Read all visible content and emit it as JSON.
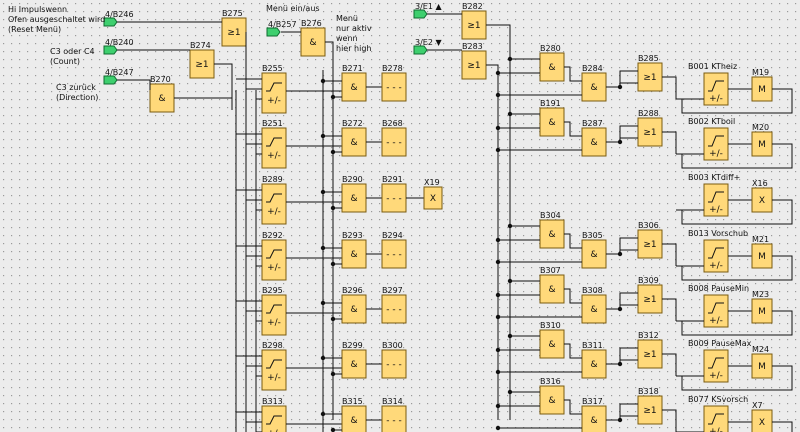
{
  "inputs": [
    {
      "id": "4/B246",
      "note": [
        "Hi Impulswenn",
        "Ofen ausgeschaltet wird",
        "(Reset Menü)"
      ]
    },
    {
      "id": "4/B240",
      "note": [
        "C3 oder C4",
        "(Count)"
      ]
    },
    {
      "id": "4/B247",
      "note": [
        "C3 zurück",
        "(Direction)"
      ]
    },
    {
      "id": "4/B257",
      "note": [
        "Menü ein/aus"
      ]
    },
    {
      "id": "3/E1 ▲",
      "note": []
    },
    {
      "id": "3/E2 ▼",
      "note": []
    }
  ],
  "annotation_menu": [
    "Menü",
    "nur aktiv",
    "wenn",
    "hier high"
  ],
  "top_blocks": [
    {
      "label": "B275",
      "sym": "≥1"
    },
    {
      "label": "B274",
      "sym": "≥1"
    },
    {
      "label": "B270",
      "sym": "&"
    },
    {
      "label": "B276",
      "sym": "&"
    },
    {
      "label": "B282",
      "sym": "≥1"
    },
    {
      "label": "B283",
      "sym": "≥1"
    }
  ],
  "rows": [
    {
      "counter": "B255",
      "and": "B271",
      "delay": "B278",
      "out_and_a": "B280",
      "and2": "B284",
      "or": "B285",
      "amp": "B001 KTheiz",
      "m": "M19"
    },
    {
      "counter": "B251",
      "and": "B272",
      "delay": "B268",
      "out_and_a": "B191",
      "and2": "B287",
      "or": "B288",
      "amp": "B002 KTboil",
      "m": "M20"
    },
    {
      "counter": "B289",
      "and": "B290",
      "delay": "B291",
      "x": "X19",
      "amp": "B003 KTdiff+",
      "m": "X16"
    },
    {
      "counter": "B292",
      "and": "B293",
      "delay": "B294",
      "out_and_a": "B304",
      "and2": "B305",
      "or": "B306",
      "amp": "B013 Vorschub",
      "m": "M21"
    },
    {
      "counter": "B295",
      "and": "B296",
      "delay": "B297",
      "out_and_a": "B307",
      "and2": "B308",
      "or": "B309",
      "amp": "B008 PauseMin",
      "m": "M23"
    },
    {
      "counter": "B298",
      "and": "B299",
      "delay": "B300",
      "out_and_a": "B310",
      "and2": "B311",
      "or": "B312",
      "amp": "B009 PauseMax",
      "m": "M24"
    },
    {
      "counter": "B313",
      "and": "B315",
      "delay": "B314",
      "out_and_a": "B316",
      "and2": "B317",
      "or": "B318",
      "amp": "B077 KSvorsch",
      "m": "X7"
    }
  ],
  "symbols": {
    "and": "&",
    "or": "≥1",
    "updown": "+/-",
    "delay": "- - -",
    "output": "X",
    "marker": "M"
  }
}
